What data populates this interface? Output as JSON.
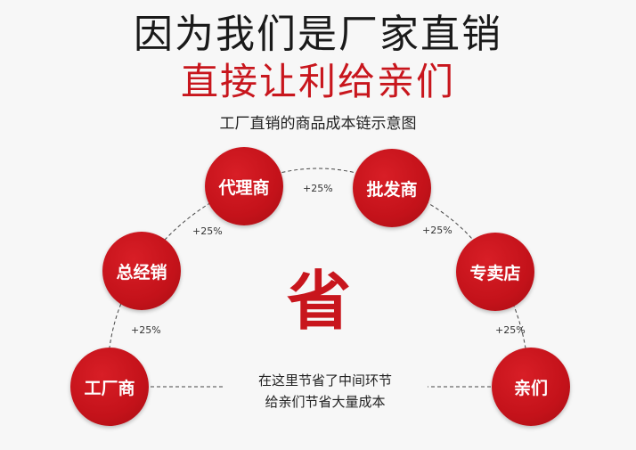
{
  "headline": "因为我们是厂家直销",
  "subheadline": "直接让利给亲们",
  "diagram_title": "工厂直销的商品成本链示意图",
  "nodes": {
    "factory": "工厂商",
    "distributor": "总经销",
    "agent": "代理商",
    "wholesaler": "批发商",
    "retailer": "专卖店",
    "customer": "亲们"
  },
  "markups": {
    "distributor_to_factory": "+25%",
    "agent_to_distributor": "+25%",
    "agent_to_wholesaler": "+25%",
    "wholesaler_to_retailer": "+25%",
    "retailer_to_customer": "+25%"
  },
  "center_char": "省",
  "savings_note": {
    "line1": "在这里节省了中间环节",
    "line2": "给亲们节省大量成本"
  },
  "colors": {
    "accent": "#c8161d",
    "node_fill": "#c4121a",
    "headline": "#1a1a1a"
  }
}
